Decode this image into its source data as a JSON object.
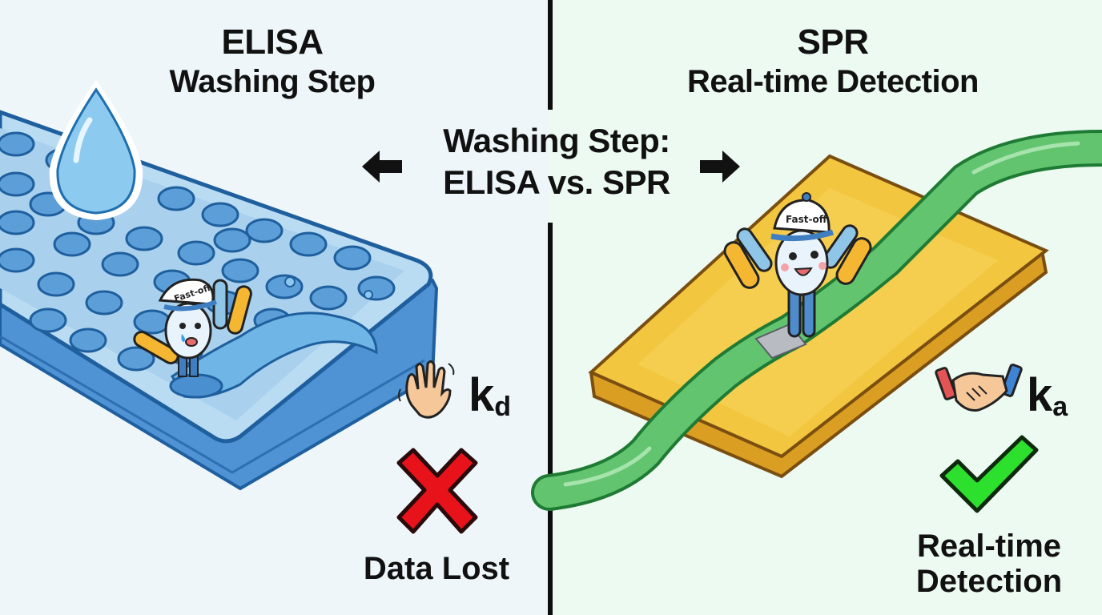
{
  "left_panel": {
    "title": "ELISA",
    "subtitle": "Washing Step",
    "background": "#eef6fa",
    "character_cap_text": "Fast-off",
    "character_mood": "crying",
    "rate_constant": {
      "symbol": "k",
      "subscript": "d"
    },
    "rate_icon": "waving-hand-icon",
    "status_icon": "red-x-icon",
    "status_color": "#e8121b",
    "caption": "Data Lost"
  },
  "center": {
    "line1": "Washing Step:",
    "line2": "ELISA vs. SPR",
    "left_arrow": "arrow-left-icon",
    "right_arrow": "arrow-right-icon"
  },
  "right_panel": {
    "title": "SPR",
    "subtitle": "Real-time Detection",
    "background": "#ecfaf1",
    "character_cap_text": "Fast-off",
    "character_mood": "happy",
    "rate_constant": {
      "symbol": "k",
      "subscript": "a"
    },
    "rate_icon": "handshake-icon",
    "status_icon": "green-check-icon",
    "status_color": "#2ee02e",
    "caption_line1": "Real-time",
    "caption_line2": "Detection"
  }
}
